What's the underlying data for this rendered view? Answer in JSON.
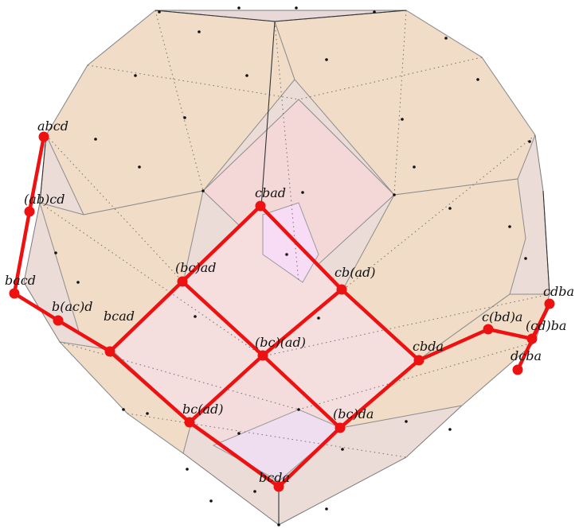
{
  "diagram": {
    "colors": {
      "background": "#ffffff",
      "face_pentagon": "#f1ddc7",
      "face_square": "#f3d7d7",
      "face_square_light": "#f7e2e2",
      "face_hexagon": "#f0d6cf",
      "face_center": "#f7ddf5",
      "face_bottom": "#efddf0",
      "edge": "#8c8c8c",
      "dotted": "#6f6f6f",
      "path": "#ee1111",
      "node": "#ee1111",
      "label": "#111111"
    },
    "labels": {
      "abcd": "abcd",
      "ab_cd": "(ab)cd",
      "bacd": "bacd",
      "b_ac_d": "b(ac)d",
      "bcad": "bcad",
      "bc_ad_upper": "(bc)ad",
      "cbad": "cbad",
      "cb_ad": "cb(ad)",
      "bc_ad_pair": "(bc)(ad)",
      "bc_ad_lower": "bc(ad)",
      "bc_da": "(bc)da",
      "bcda": "bcda",
      "cbda": "cbda",
      "c_bd_a": "c(bd)a",
      "cdba": "cdba",
      "cd_ba": "(cd)ba",
      "dcba": "dcba"
    }
  }
}
